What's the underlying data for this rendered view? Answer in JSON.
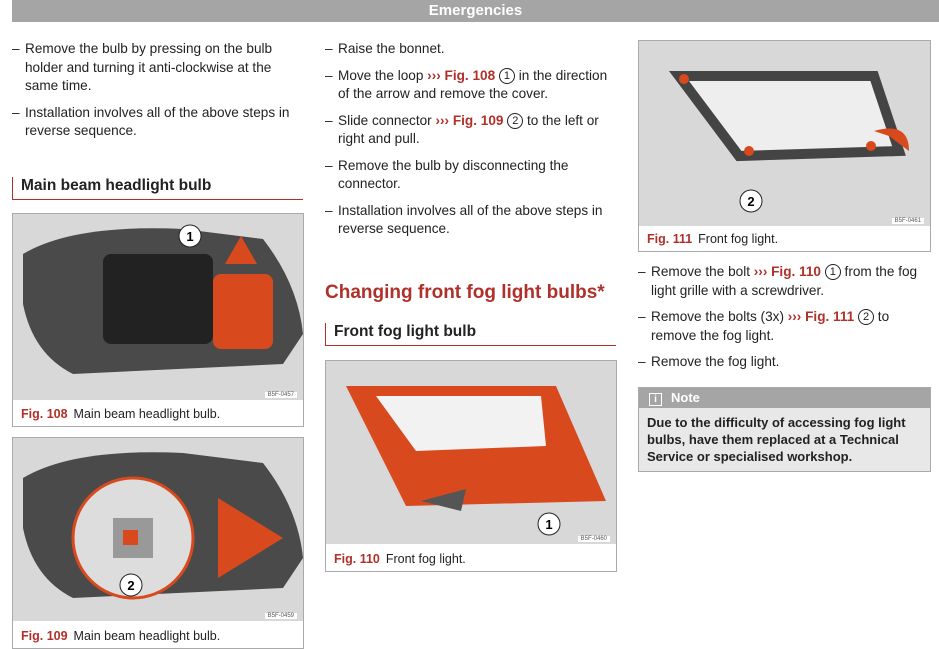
{
  "header": {
    "title": "Emergencies"
  },
  "col1": {
    "items": [
      [
        {
          "t": "Remove the bulb by pressing on the bulb holder and turning it anti-clockwise at the same time."
        }
      ],
      [
        {
          "t": "Installation involves all of the above steps in reverse sequence."
        }
      ]
    ],
    "heading": "Main beam headlight bulb"
  },
  "col2": {
    "items": [
      [
        {
          "t": "Raise the bonnet."
        }
      ],
      [
        {
          "t": "Move the loop "
        },
        {
          "r": "››› Fig. 108"
        },
        {
          "t": " "
        },
        {
          "n": "1"
        },
        {
          "t": " in the direction of the arrow and remove the cover."
        }
      ],
      [
        {
          "t": "Slide connector "
        },
        {
          "r": "››› Fig. 109"
        },
        {
          "t": " "
        },
        {
          "n": "2"
        },
        {
          "t": " to the left or right and pull."
        }
      ],
      [
        {
          "t": "Remove the bulb by disconnecting the connector."
        }
      ],
      [
        {
          "t": "Installation involves all of the above steps in reverse sequence."
        }
      ]
    ],
    "section_title": "Changing front fog light bulbs*",
    "heading": "Front fog light bulb"
  },
  "col3": {
    "items": [
      [
        {
          "t": "Remove the bolt "
        },
        {
          "r": "››› Fig. 110"
        },
        {
          "t": " "
        },
        {
          "n": "1"
        },
        {
          "t": " from the fog light grille with a screwdriver."
        }
      ],
      [
        {
          "t": "Remove the bolts (3x) "
        },
        {
          "r": "››› Fig. 111"
        },
        {
          "t": " "
        },
        {
          "n": "2"
        },
        {
          "t": " to remove the fog light."
        }
      ],
      [
        {
          "t": "Remove the fog light."
        }
      ]
    ]
  },
  "figures": {
    "f108": {
      "label": "Fig. 108",
      "caption": "Main beam headlight bulb.",
      "code": "B5F-0457",
      "callout": "1"
    },
    "f109": {
      "label": "Fig. 109",
      "caption": "Main beam headlight bulb.",
      "code": "B5F-0459",
      "callout": "2"
    },
    "f110": {
      "label": "Fig. 110",
      "caption": "Front fog light.",
      "code": "B5F-0460",
      "callout": "1"
    },
    "f111": {
      "label": "Fig. 111",
      "caption": "Front fog light.",
      "code": "B5F-0461",
      "callout": "2"
    }
  },
  "note": {
    "icon": "info-icon",
    "title": "Note",
    "text": "Due to the difficulty of accessing fog light bulbs, have them replaced at a Technical Service or specialised workshop."
  }
}
